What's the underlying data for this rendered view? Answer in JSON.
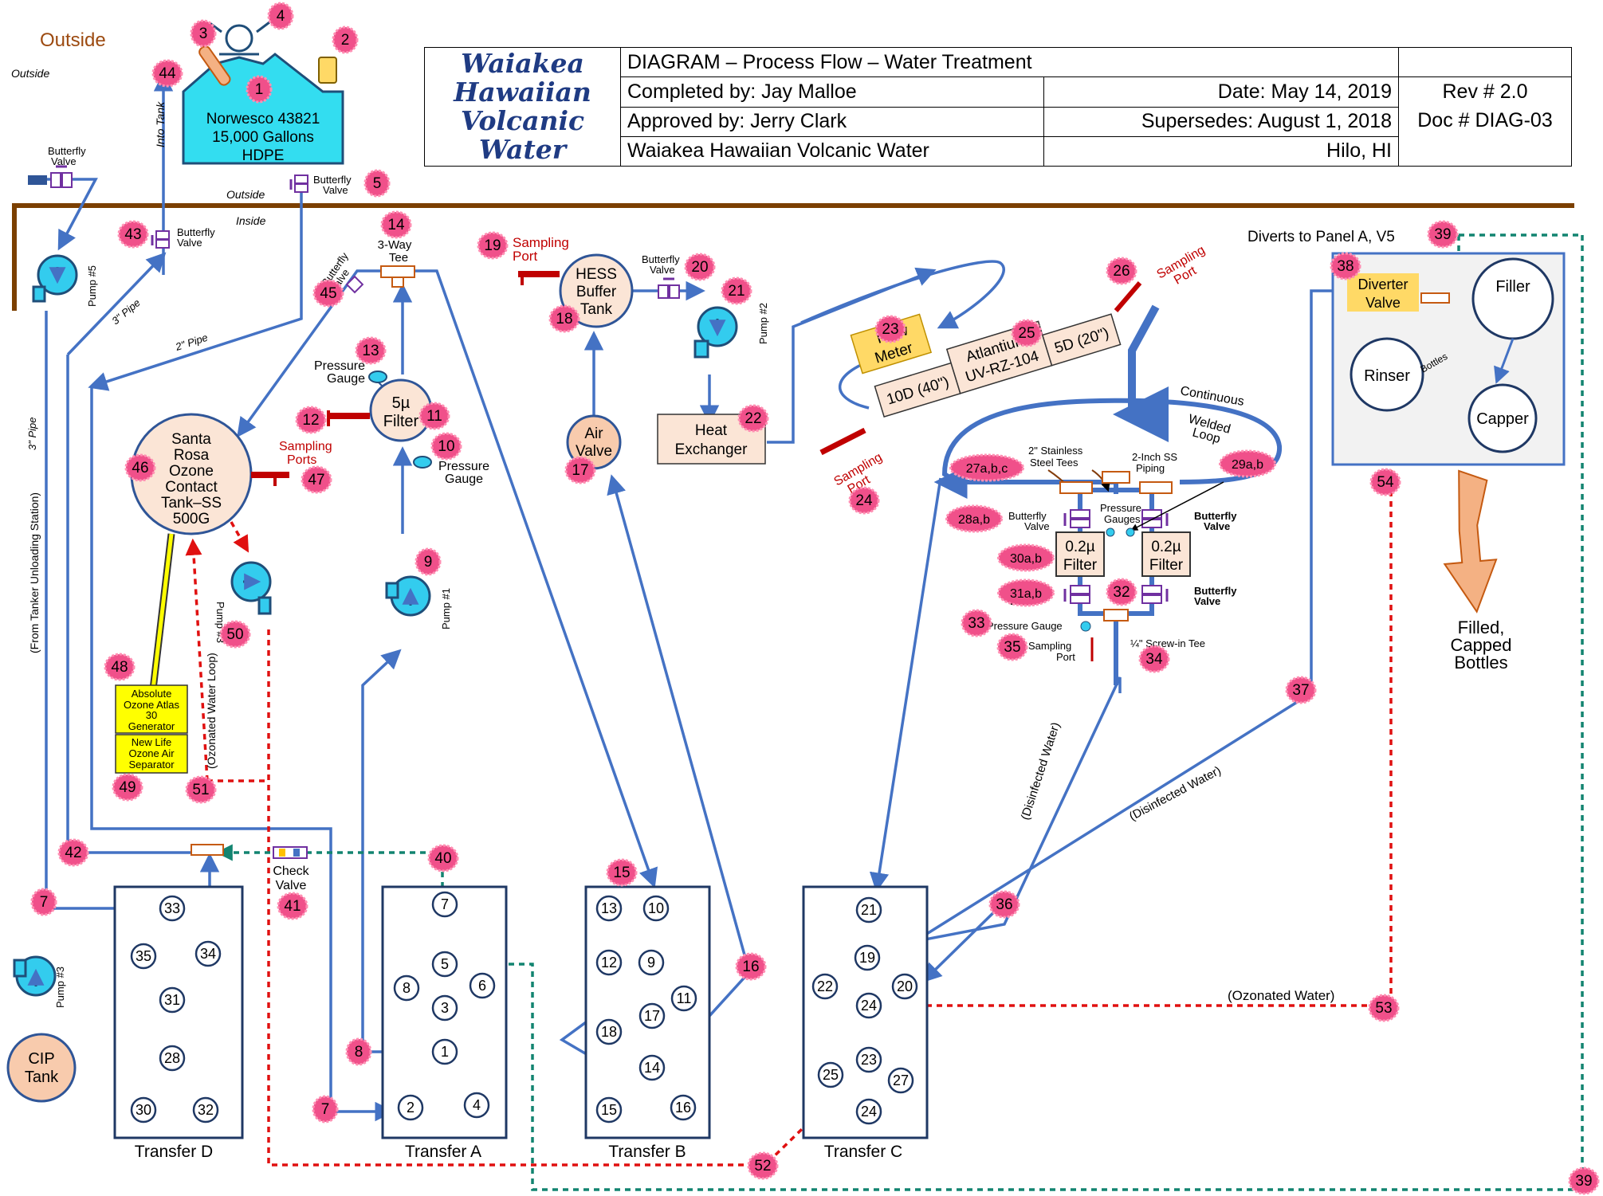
{
  "outside_title": "Outside",
  "outside_small": "Outside",
  "outside_label": "Outside",
  "inside_label": "Inside",
  "header": {
    "logo": [
      "Waiakea",
      "Hawaiian",
      "Volcanic",
      "Water"
    ],
    "title": "DIAGRAM – Process Flow – Water Treatment",
    "completed": "Completed by:  Jay Malloe",
    "approved": "Approved by:  Jerry Clark",
    "company": "Waiakea Hawaiian Volcanic Water",
    "date": "Date:  May 14, 2019",
    "supersedes": "Supersedes: August 1, 2018",
    "location": "Hilo, HI",
    "rev": "Rev # 2.0",
    "doc": "Doc # DIAG-03"
  },
  "tank": {
    "lines": [
      "Norwesco 43821",
      "15,000 Gallons",
      "HDPE"
    ]
  },
  "pipe_labels": {
    "into_tank": "Into Tank",
    "three_inch_pipe": "3\" Pipe",
    "two_inch_pipe": "2\" Pipe",
    "three_inch_pipe_vertical": "3\" Pipe",
    "from_tanker": "(From Tanker Unloading Station)",
    "ozonated_loop": "(Ozonated Water Loop)",
    "disinfected_1": "(Disinfected Water)",
    "disinfected_2": "(Disinfected Water)",
    "ozonated_water": "(Ozonated Water)"
  },
  "components": {
    "butterfly_valve": "Butterfly Valve",
    "butterfly": "Butterfly",
    "valve": "Valve",
    "three_way_tee": [
      "3-Way",
      "Tee"
    ],
    "pressure_gauge": [
      "Pressure",
      "Gauge"
    ],
    "filter_5u": [
      "5µ",
      "Filter"
    ],
    "sampling_ports": [
      "Sampling",
      "Ports"
    ],
    "sampling_port": [
      "Sampling",
      "Port"
    ],
    "hess": [
      "HESS",
      "Buffer",
      "Tank"
    ],
    "air_valve": [
      "Air",
      "Valve"
    ],
    "heat_exchanger": [
      "Heat",
      "Exchanger"
    ],
    "flow_meter": [
      "Flow",
      "Meter"
    ],
    "atlantium": [
      "Atlantium",
      "UV-RZ-104"
    ],
    "pipe_10d": "10D (40\")",
    "pipe_5d": "5D (20\")",
    "continuous": "Continuous",
    "welded_loop": [
      "Welded",
      "Loop"
    ],
    "stainless_tees": [
      "2\" Stainless",
      "Steel Tees"
    ],
    "ss_piping": [
      "2-Inch SS",
      "Piping"
    ],
    "pressure_gauges": [
      "Pressure",
      "Gauges"
    ],
    "filter_02u": [
      "0.2µ",
      "Filter"
    ],
    "pressure_gauge_single": "Pressure Gauge",
    "screw_in_tee": "¼\" Screw-in Tee",
    "ozone_tank": [
      "Santa",
      "Rosa",
      "Ozone",
      "Contact",
      "Tank–SS",
      "500G"
    ],
    "ozone_generator": [
      "Absolute",
      "Ozone Atlas",
      "30",
      "Generator"
    ],
    "air_separator": [
      "New Life",
      "Ozone Air",
      "Separator"
    ],
    "check_valve": [
      "Check",
      "Valve"
    ],
    "cip_tank": [
      "CIP",
      "Tank"
    ],
    "diverter_valve": [
      "Diverter",
      "Valve"
    ],
    "filler": "Filler",
    "rinser": "Rinser",
    "capper": "Capper",
    "bottles": "Bottles",
    "filled": [
      "Filled,",
      "Capped",
      "Bottles"
    ],
    "diverts": "Diverts to Panel A, V5"
  },
  "pumps": {
    "p5": "Pump #5",
    "p1": "Pump #1",
    "p2": "Pump #2",
    "p3": "Pump #3",
    "p3b": "Pump #3"
  },
  "transfers": {
    "D": {
      "label": "Transfer D",
      "ports": [
        "33",
        "34",
        "35",
        "31",
        "28",
        "30",
        "32"
      ]
    },
    "A": {
      "label": "Transfer A",
      "ports": [
        "7",
        "5",
        "6",
        "8",
        "3",
        "1",
        "2",
        "4"
      ]
    },
    "B": {
      "label": "Transfer B",
      "ports": [
        "13",
        "10",
        "12",
        "9",
        "11",
        "17",
        "18",
        "14",
        "15",
        "16"
      ]
    },
    "C": {
      "label": "Transfer C",
      "ports": [
        "21",
        "19",
        "22",
        "20",
        "24",
        "23",
        "25",
        "27",
        "24"
      ]
    }
  },
  "markers": [
    "1",
    "2",
    "3",
    "4",
    "5",
    "7",
    "9",
    "10",
    "11",
    "12",
    "13",
    "14",
    "15",
    "16",
    "17",
    "18",
    "19",
    "20",
    "21",
    "22",
    "23",
    "24",
    "25",
    "26",
    "27a,b,c",
    "28a,b",
    "29a,b",
    "30a,b",
    "31a,b",
    "32",
    "33",
    "34",
    "35",
    "36",
    "37",
    "38",
    "39",
    "39",
    "40",
    "41",
    "42",
    "43",
    "44",
    "45",
    "46",
    "47",
    "48",
    "49",
    "50",
    "51",
    "52",
    "53",
    "54",
    "7",
    "8",
    "7"
  ],
  "colors": {
    "pipe": "#4472c4",
    "equipment_fill": "#fbe5d6",
    "pump": "#33ccee",
    "tank": "#33ddf0",
    "marker": "#f0508a",
    "ozone_line": "#e01010",
    "return_line": "#128470",
    "wall": "#7b3f00",
    "sampling": "#c00000",
    "flow_meter": "#ffd966",
    "generator": "#ffff00"
  }
}
